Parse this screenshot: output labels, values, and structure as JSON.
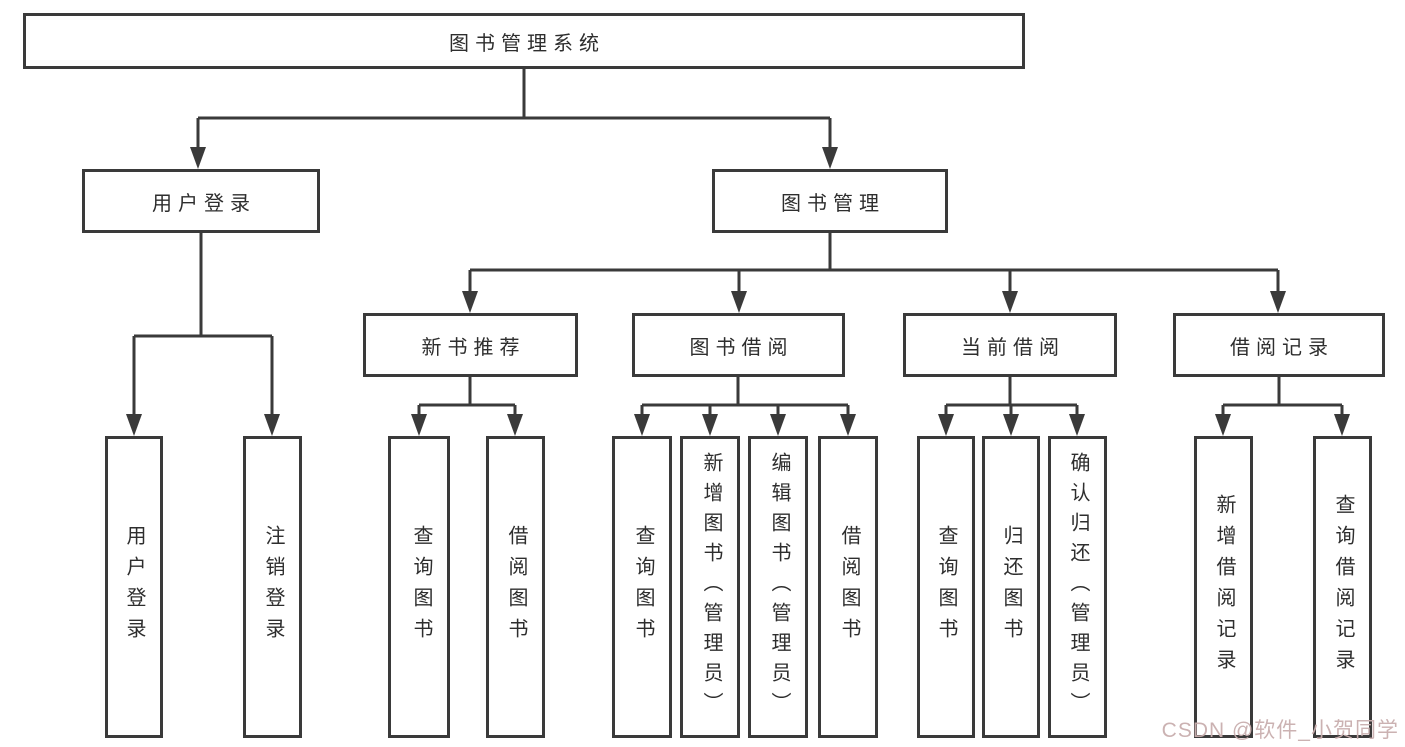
{
  "tree": {
    "root": "图书管理系统",
    "branches": [
      {
        "label": "用户登录",
        "children": [
          "用户登录",
          "注销登录"
        ]
      },
      {
        "label": "图书管理",
        "children": [
          {
            "label": "新书推荐",
            "children": [
              "查询图书",
              "借阅图书"
            ]
          },
          {
            "label": "图书借阅",
            "children": [
              "查询图书",
              "新增图书（管理员）",
              "编辑图书（管理员）",
              "借阅图书"
            ]
          },
          {
            "label": "当前借阅",
            "children": [
              "查询图书",
              "归还图书",
              "确认归还（管理员）"
            ]
          },
          {
            "label": "借阅记录",
            "children": [
              "新增借阅记录",
              "查询借阅记录"
            ]
          }
        ]
      }
    ]
  },
  "watermark": "CSDN @软件_小贺同学",
  "colors": {
    "line": "#3a3a3a",
    "text": "#2e2e2e",
    "background": "#ffffff",
    "watermark": "#c9aeae"
  }
}
